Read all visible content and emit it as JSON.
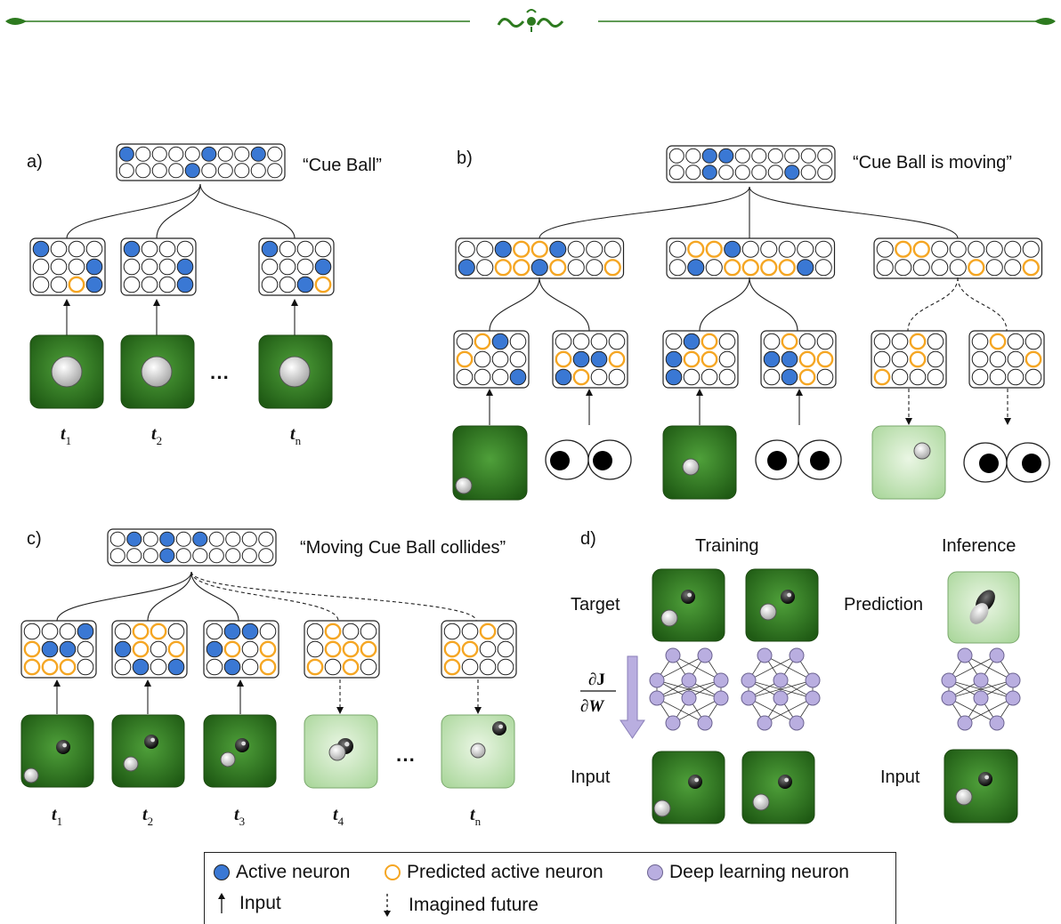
{
  "panels": {
    "a": {
      "label": "a)",
      "caption": "“Cue Ball”",
      "ellipsis": "···",
      "times": [
        {
          "t": "t",
          "sub": "1"
        },
        {
          "t": "t",
          "sub": "2"
        },
        {
          "t": "t",
          "sub": "n"
        }
      ]
    },
    "b": {
      "label": "b)",
      "caption": "“Cue Ball is moving”"
    },
    "c": {
      "label": "c)",
      "caption": "“Moving Cue Ball collides”",
      "ellipsis": "···",
      "times": [
        {
          "t": "t",
          "sub": "1"
        },
        {
          "t": "t",
          "sub": "2"
        },
        {
          "t": "t",
          "sub": "3"
        },
        {
          "t": "t",
          "sub": "4"
        },
        {
          "t": "t",
          "sub": "n"
        }
      ]
    },
    "d": {
      "label": "d)",
      "training": "Training",
      "inference": "Inference",
      "target": "Target",
      "prediction": "Prediction",
      "input_left": "Input",
      "input_right": "Input",
      "gradient_num": "∂J",
      "gradient_den": "∂W"
    }
  },
  "legend": {
    "active": "Active neuron",
    "predicted": "Predicted active neuron",
    "deep": "Deep learning neuron",
    "input": "Input",
    "imagined": "Imagined future"
  },
  "colors": {
    "active": "#3a78d4",
    "predicted": "#f5a623",
    "deep": "#b9aee0",
    "table_dark": "#2f6b1f",
    "table_light": "#c7e6bd",
    "ornament": "#2d7a1f"
  }
}
